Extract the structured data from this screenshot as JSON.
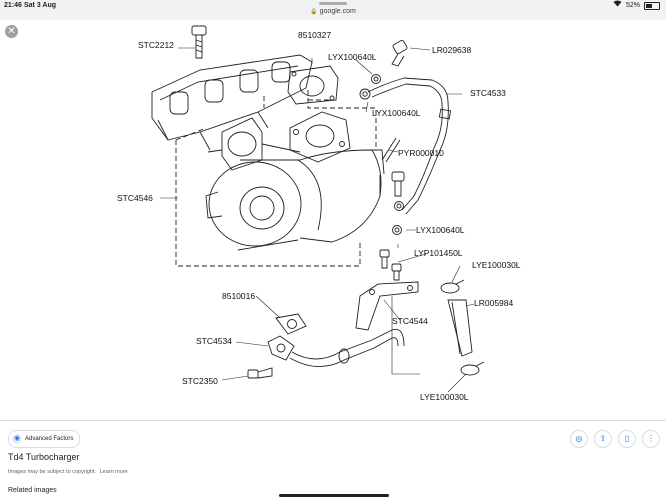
{
  "status": {
    "time": "21:46",
    "date": "Sat 3 Aug",
    "battery": "52%",
    "battery_level": 0.52,
    "url": "google.com"
  },
  "diagram": {
    "labels": {
      "stc2212": "STC2212",
      "p8510327": "8510327",
      "lr029638": "LR029638",
      "lyx100640l_a": "LYX100640L",
      "stc4533": "STC4533",
      "lyx100640l_b": "LYX100640L",
      "pyr000010": "PYR000010",
      "stc4546": "STC4546",
      "lyx100640l_c": "LYX100640L",
      "lyp101450l": "LYP101450L",
      "lye100030l_a": "LYE100030L",
      "p8510016": "8510016",
      "lr005984": "LR005984",
      "stc4544": "STC4544",
      "stc4534": "STC4534",
      "stc2350": "STC2350",
      "lye100030l_b": "LYE100030L"
    }
  },
  "result": {
    "source_chip": "Advanced Factors",
    "title": "Td4 Turbocharger",
    "copyright": "Images may be subject to copyright.",
    "learn_more": "Learn more",
    "related": "Related images"
  },
  "icons": {
    "close": "close-icon",
    "lens": "lens-icon",
    "share": "share-icon",
    "bookmark": "bookmark-icon",
    "more": "more-vert-icon"
  }
}
